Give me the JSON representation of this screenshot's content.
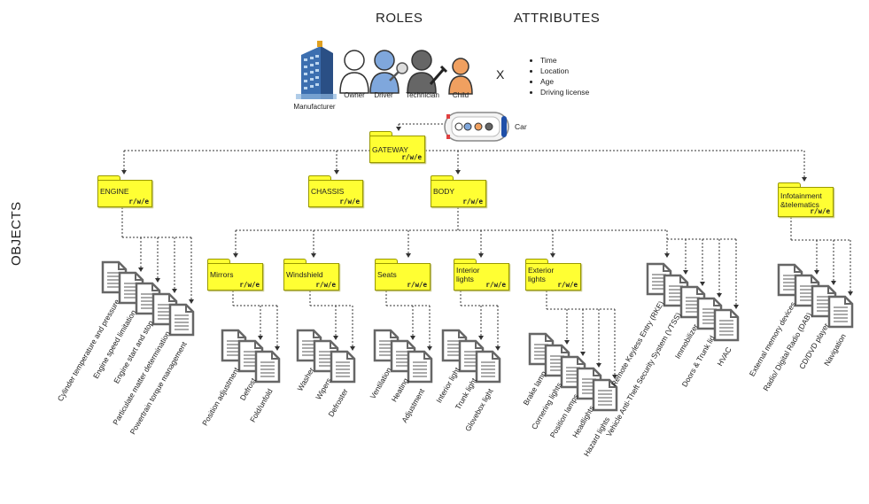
{
  "headings": {
    "roles": "ROLES",
    "attributes": "ATTRIBUTES",
    "objects": "OBJECTS"
  },
  "roles": [
    {
      "label": "Manufacturer",
      "icon": "building-icon"
    },
    {
      "label": "Owner",
      "icon": "person-icon",
      "color": "#ffffff"
    },
    {
      "label": "Driver",
      "icon": "person-key-icon",
      "color": "#7fa7dc"
    },
    {
      "label": "Technician",
      "icon": "person-wrench-icon",
      "color": "#666666"
    },
    {
      "label": "Child",
      "icon": "person-icon",
      "color": "#f0a060"
    }
  ],
  "times_symbol": "X",
  "attributes": [
    "Time",
    "Location",
    "Age",
    "Driving license"
  ],
  "car": {
    "label": "Car",
    "icon": "car-icon"
  },
  "gateway": {
    "title": "GATEWAY",
    "perm": "r/w/e"
  },
  "folders": [
    {
      "id": "engine",
      "title": "ENGINE",
      "perm": "r/w/e"
    },
    {
      "id": "chassis",
      "title": "CHASSIS",
      "perm": "r/w/e"
    },
    {
      "id": "body",
      "title": "BODY",
      "perm": "r/w/e"
    },
    {
      "id": "infotainment",
      "title": "Infotainment &telematics",
      "perm": "r/w/e"
    },
    {
      "id": "mirrors",
      "title": "Mirrors",
      "perm": "r/w/e"
    },
    {
      "id": "windshield",
      "title": "Windshield",
      "perm": "r/w/e"
    },
    {
      "id": "seats",
      "title": "Seats",
      "perm": "r/w/e"
    },
    {
      "id": "interior",
      "title": "Interior lights",
      "perm": "r/w/e"
    },
    {
      "id": "exterior",
      "title": "Exterior lights",
      "perm": "r/w/e"
    }
  ],
  "leaves": {
    "engine": [
      "Cylinder temperature and pressure",
      "Engine speed limitation",
      "Engine start and stop",
      "Particulate matter determination",
      "Powertrain torque management"
    ],
    "mirrors": [
      "Position adjustment",
      "Defrost",
      "Fold/unfold"
    ],
    "windshield": [
      "Washer",
      "Wipers",
      "Defroster"
    ],
    "seats": [
      "Ventilation",
      "Heating",
      "Adjustment"
    ],
    "interior": [
      "Interior light",
      "Trunk light",
      "Glovebox light"
    ],
    "exterior": [
      "Brake lamp",
      "Cornering lights",
      "Position lamps",
      "Headlights",
      "Hazard lights"
    ],
    "body_direct": [
      "Remote Keyless Entry (RKE)",
      "Vehicle Anti-Theft Security System (VTSS)",
      "Immobilizer",
      "Doors & Trunk lid",
      "HVAC"
    ],
    "infotainment": [
      "External memory devices",
      "Radio/ Digital Radio (DAB)",
      "CD/DVD player",
      "Navigation"
    ]
  }
}
